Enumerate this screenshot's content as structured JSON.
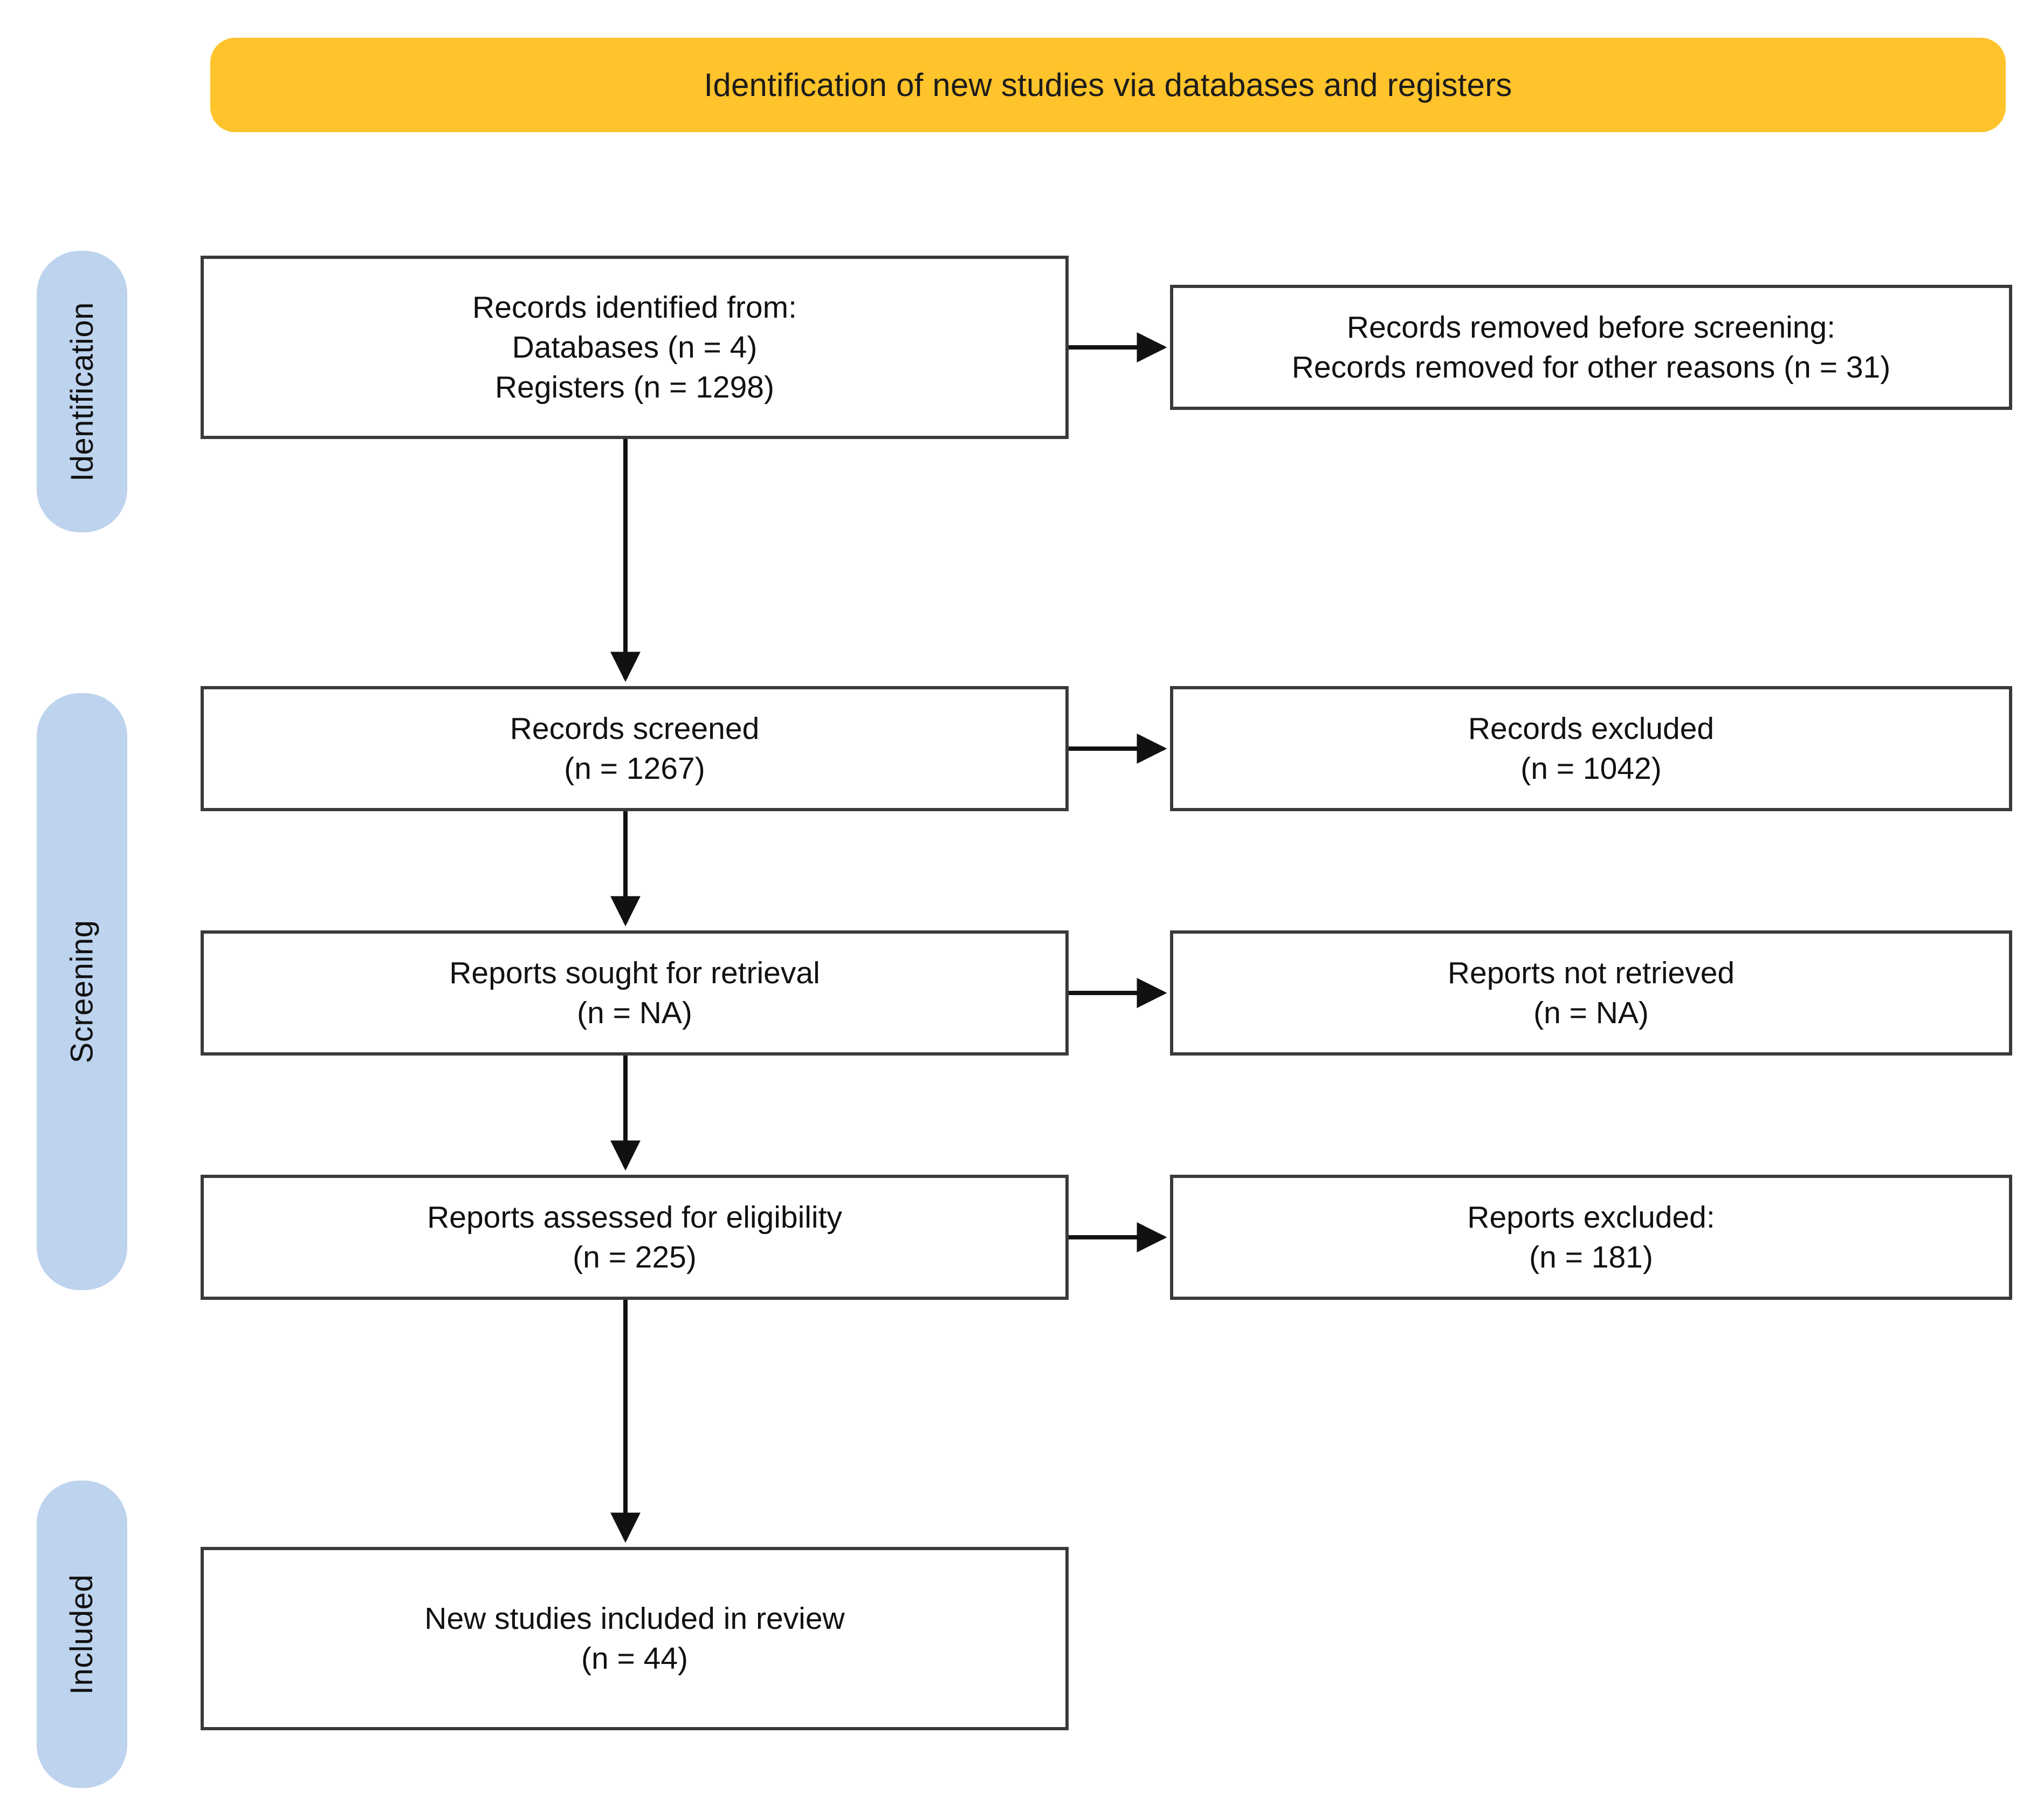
{
  "banner": {
    "title": "Identification of new studies via databases and registers",
    "color": "#FFC32B"
  },
  "stages": {
    "pill_color": "#BDD3EE",
    "items": [
      {
        "id": "identification",
        "label": "Identification"
      },
      {
        "id": "screening",
        "label": "Screening"
      },
      {
        "id": "included",
        "label": "Included"
      }
    ]
  },
  "boxes": {
    "identified": {
      "line1": "Records identified from:",
      "line2": "Databases (n = 4)",
      "line3": "Registers (n = 1298)"
    },
    "removed": {
      "line1": "Records removed before screening:",
      "line2": "Records removed for other reasons (n = 31)"
    },
    "screened": {
      "line1": "Records screened",
      "line2": "(n = 1267)"
    },
    "records_excluded": {
      "line1": "Records excluded",
      "line2": "(n = 1042)"
    },
    "sought": {
      "line1": "Reports sought for retrieval",
      "line2": "(n = NA)"
    },
    "not_retrieved": {
      "line1": "Reports not retrieved",
      "line2": "(n = NA)"
    },
    "assessed": {
      "line1": "Reports assessed for eligibility",
      "line2": "(n = 225)"
    },
    "reports_excluded": {
      "line1": "Reports excluded:",
      "line2": "(n = 181)"
    },
    "included": {
      "line1": "New studies included in review",
      "line2": "(n = 44)"
    }
  },
  "chart_data": {
    "type": "diagram",
    "title": "Identification of new studies via databases and registers",
    "nodes": [
      {
        "id": "identified",
        "stage": "Identification",
        "column": "left",
        "text": "Records identified from: Databases (n = 4) Registers (n = 1298)",
        "counts": {
          "databases": 4,
          "registers": 1298
        }
      },
      {
        "id": "removed",
        "stage": "Identification",
        "column": "right",
        "text": "Records removed before screening: Records removed for other reasons (n = 31)",
        "counts": {
          "other_reasons": 31
        }
      },
      {
        "id": "screened",
        "stage": "Screening",
        "column": "left",
        "text": "Records screened (n = 1267)",
        "counts": {
          "n": 1267
        }
      },
      {
        "id": "records_excluded",
        "stage": "Screening",
        "column": "right",
        "text": "Records excluded (n = 1042)",
        "counts": {
          "n": 1042
        }
      },
      {
        "id": "sought",
        "stage": "Screening",
        "column": "left",
        "text": "Reports sought for retrieval (n = NA)",
        "counts": {
          "n": "NA"
        }
      },
      {
        "id": "not_retrieved",
        "stage": "Screening",
        "column": "right",
        "text": "Reports not retrieved (n = NA)",
        "counts": {
          "n": "NA"
        }
      },
      {
        "id": "assessed",
        "stage": "Screening",
        "column": "left",
        "text": "Reports assessed for eligibility (n = 225)",
        "counts": {
          "n": 225
        }
      },
      {
        "id": "reports_excluded",
        "stage": "Screening",
        "column": "right",
        "text": "Reports excluded: (n = 181)",
        "counts": {
          "n": 181
        }
      },
      {
        "id": "included",
        "stage": "Included",
        "column": "left",
        "text": "New studies included in review (n = 44)",
        "counts": {
          "n": 44
        }
      }
    ],
    "edges": [
      {
        "from": "identified",
        "to": "removed",
        "direction": "right"
      },
      {
        "from": "identified",
        "to": "screened",
        "direction": "down"
      },
      {
        "from": "screened",
        "to": "records_excluded",
        "direction": "right"
      },
      {
        "from": "screened",
        "to": "sought",
        "direction": "down"
      },
      {
        "from": "sought",
        "to": "not_retrieved",
        "direction": "right"
      },
      {
        "from": "sought",
        "to": "assessed",
        "direction": "down"
      },
      {
        "from": "assessed",
        "to": "reports_excluded",
        "direction": "right"
      },
      {
        "from": "assessed",
        "to": "included",
        "direction": "down"
      }
    ]
  }
}
